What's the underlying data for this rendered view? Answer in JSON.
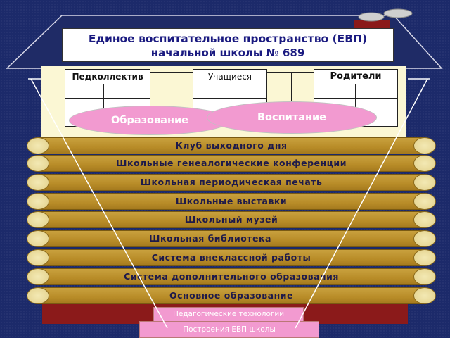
{
  "title": {
    "line1": "Единое воспитательное пространство (ЕВП)",
    "line2": "начальной школы № 689"
  },
  "panels": [
    {
      "label": "Педколлектив"
    },
    {
      "label": "Учащиеся"
    },
    {
      "label": "Родители"
    }
  ],
  "ovals": {
    "education": "Образование",
    "upbringing": "Воспитание"
  },
  "logs": [
    "Клуб выходного дня",
    "Школьные генеалогические конференции",
    "Школьная периодическая печать",
    "Школьные выставки",
    "Школьный музей",
    "Школьная библиотека",
    "Система внеклассной работы",
    "Система дополнительного образования",
    "Основное образование"
  ],
  "foundation": {
    "line1": "Педагогические технологии",
    "line2": "Построения ЕВП школы"
  },
  "colors": {
    "background": "#1c2a6a",
    "log": "#c9a13e",
    "oval": "#f29ad0",
    "wall": "#fbf7d4",
    "roof": "#1f2b66",
    "chimney": "#8b1a1a"
  }
}
